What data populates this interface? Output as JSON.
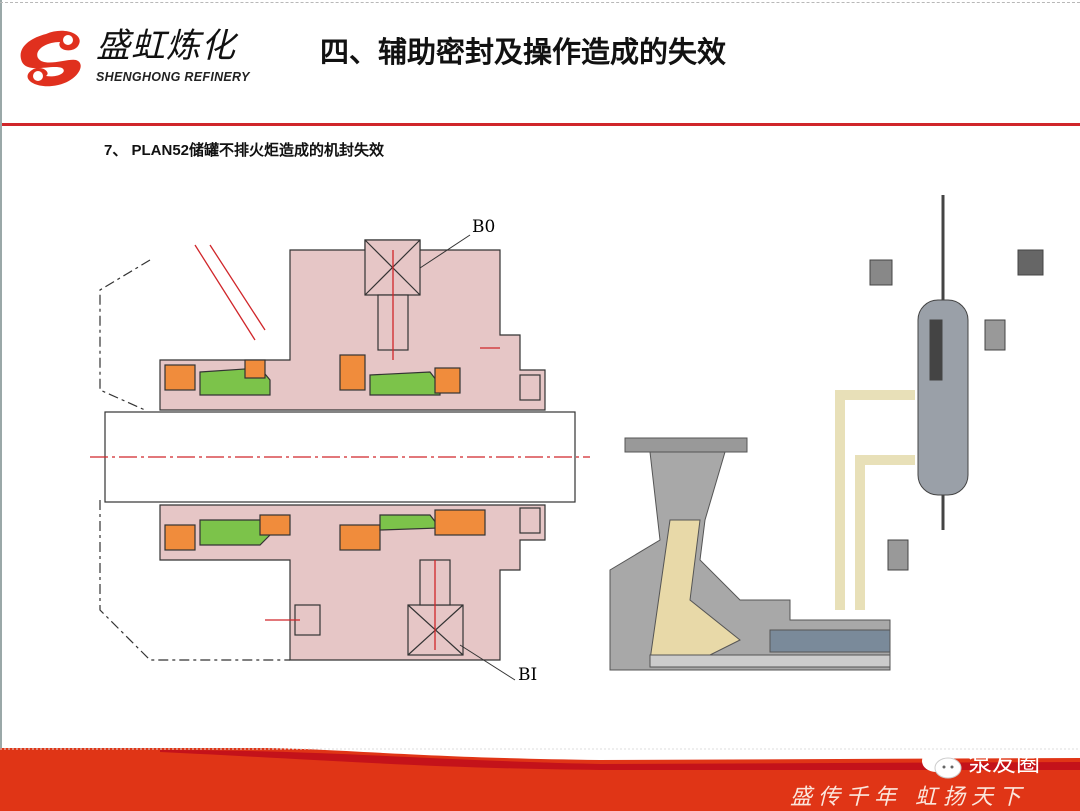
{
  "header": {
    "logo_cn": "盛虹炼化",
    "logo_en": "SHENGHONG REFINERY",
    "title": "四、辅助密封及操作造成的失效"
  },
  "content": {
    "subtitle": "7、 PLAN52储罐不排火炬造成的机封失效",
    "seal_drawing": {
      "label_outlet": "B0",
      "label_inlet": "BI"
    }
  },
  "footer": {
    "slogan": "盛传千年 虹扬天下",
    "watermark": "泵友圈"
  },
  "colors": {
    "accent_red": "#d0262a",
    "footer_red": "#e03516",
    "seal_body": "#e6c6c6",
    "seal_green": "#7cc34a",
    "seal_orange": "#f08c3c"
  }
}
